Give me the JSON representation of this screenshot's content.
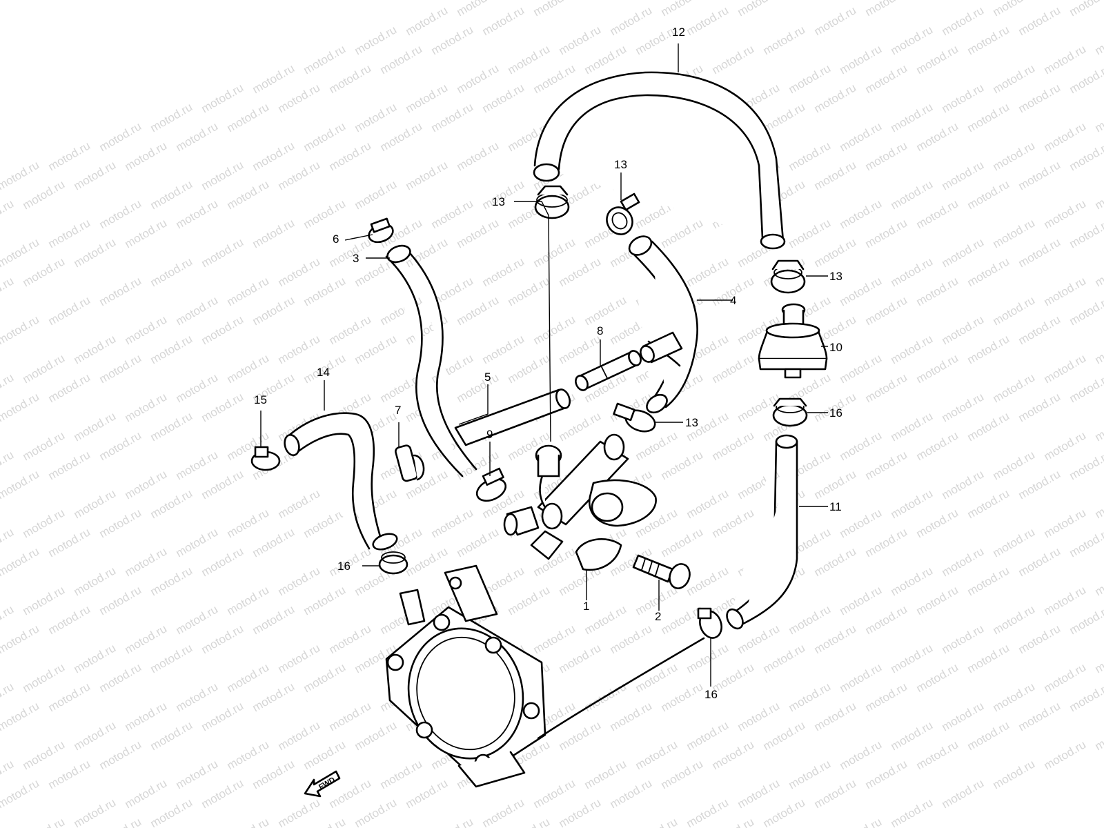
{
  "watermark": {
    "text": "motod.ru",
    "color": "#d6d6d6"
  },
  "fwd_label": "FWD",
  "callouts": {
    "c1": "1",
    "c2": "2",
    "c3": "3",
    "c4": "4",
    "c5": "5",
    "c6": "6",
    "c7": "7",
    "c8": "8",
    "c9": "9",
    "c10": "10",
    "c11": "11",
    "c12": "12",
    "c13a": "13",
    "c13b": "13",
    "c13c": "13",
    "c13d": "13",
    "c14": "14",
    "c15": "15",
    "c16a": "16",
    "c16b": "16",
    "c16c": "16"
  }
}
